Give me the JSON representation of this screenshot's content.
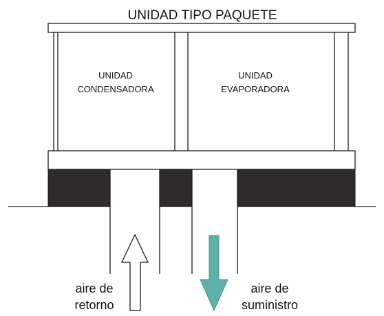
{
  "title": "UNIDAD TIPO PAQUETE",
  "condenser_label": [
    "UNIDAD",
    "CONDENSADORA"
  ],
  "evaporator_label": [
    "UNIDAD",
    "EVAPORADORA"
  ],
  "return_air_label": [
    "aire de",
    "retorno"
  ],
  "supply_air_label": [
    "aire de",
    "suministro"
  ],
  "colors": {
    "line": "#1a1a1a",
    "base_block": "#2f2b2b",
    "supply_arrow": "#5fb0a9",
    "return_arrow": "#ffffff"
  }
}
